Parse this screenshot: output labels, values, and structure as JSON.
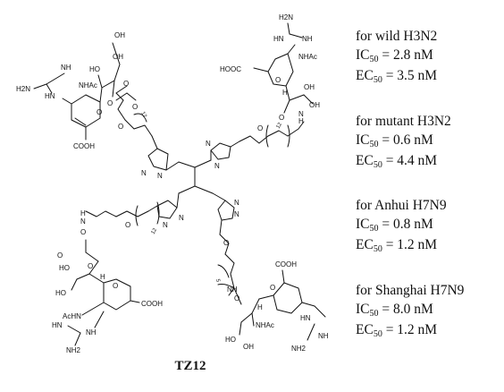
{
  "compound_label": "TZ12",
  "activity_blocks": [
    {
      "target": "for  wild H3N2",
      "ic50": "= 2.8 nM",
      "ec50": "= 3.5 nM"
    },
    {
      "target": "for  mutant H3N2",
      "ic50": "= 0.6 nM",
      "ec50": "= 4.4 nM"
    },
    {
      "target": "for  Anhui H7N9",
      "ic50": "= 0.8 nM",
      "ec50": "= 1.2 nM"
    },
    {
      "target": "for  Shanghai H7N9",
      "ic50": "= 8.0 nM",
      "ec50": "= 1.2 nM"
    }
  ],
  "metric_prefixes": {
    "ic": "IC",
    "ec": "EC",
    "subscript": "50"
  },
  "atom_labels": {
    "nh": "NH",
    "h2n": "H2N",
    "hn": "HN",
    "nhac": "NHAc",
    "acnh": "AcHN",
    "oh": "OH",
    "ho": "HO",
    "cooh": "COOH",
    "hooc": "HOOC",
    "o": "O",
    "n": "N",
    "h": "H",
    "nh2": "NH2",
    "subscript_12": "12",
    "subscript_5": "5"
  }
}
